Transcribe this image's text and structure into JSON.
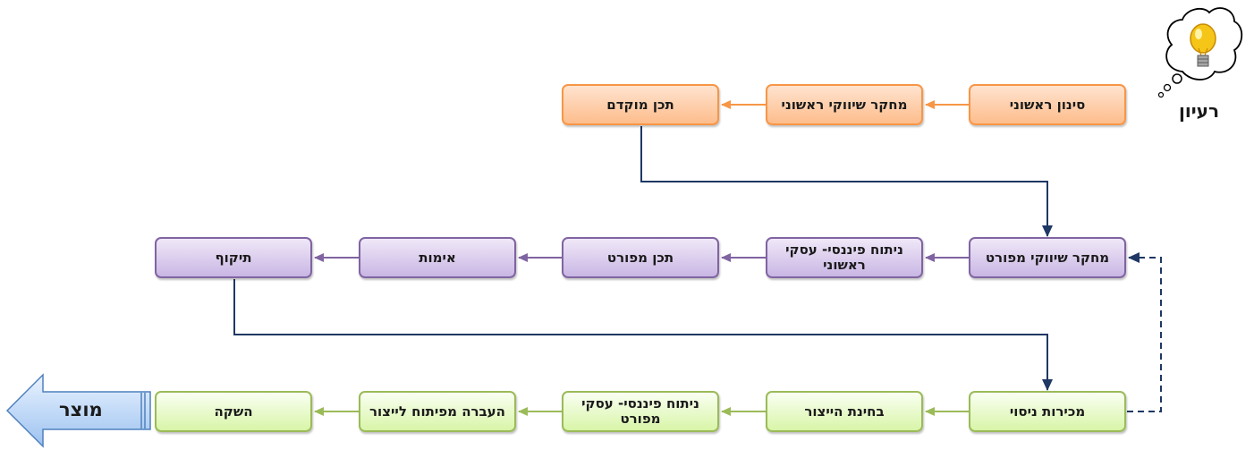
{
  "idea": {
    "label": "רעיון",
    "icon": "lightbulb-thought-icon"
  },
  "product": {
    "label": "מוצר",
    "icon": "left-arrow-icon"
  },
  "rows": [
    {
      "color": "#f79646",
      "boxes": [
        {
          "id": "r1b1",
          "label": "סינון ראשוני"
        },
        {
          "id": "r1b2",
          "label": "מחקר שיווקי ראשוני"
        },
        {
          "id": "r1b3",
          "label": "תכן מוקדם"
        }
      ]
    },
    {
      "color": "#8064a2",
      "boxes": [
        {
          "id": "r2b1",
          "label": "מחקר שיווקי מפורט"
        },
        {
          "id": "r2b2",
          "label": "ניתוח פיננסי- עסקי ראשוני"
        },
        {
          "id": "r2b3",
          "label": "תכן מפורט"
        },
        {
          "id": "r2b4",
          "label": "אימות"
        },
        {
          "id": "r2b5",
          "label": "תיקוף"
        }
      ]
    },
    {
      "color": "#9bbb59",
      "boxes": [
        {
          "id": "r3b1",
          "label": "מכירות ניסוי"
        },
        {
          "id": "r3b2",
          "label": "בחינת הייצור"
        },
        {
          "id": "r3b3",
          "label": "ניתוח פיננסי- עסקי מפורט"
        },
        {
          "id": "r3b4",
          "label": "העברה מפיתוח לייצור"
        },
        {
          "id": "r3b5",
          "label": "השקה"
        }
      ]
    }
  ],
  "connector_color": "#1f3864"
}
